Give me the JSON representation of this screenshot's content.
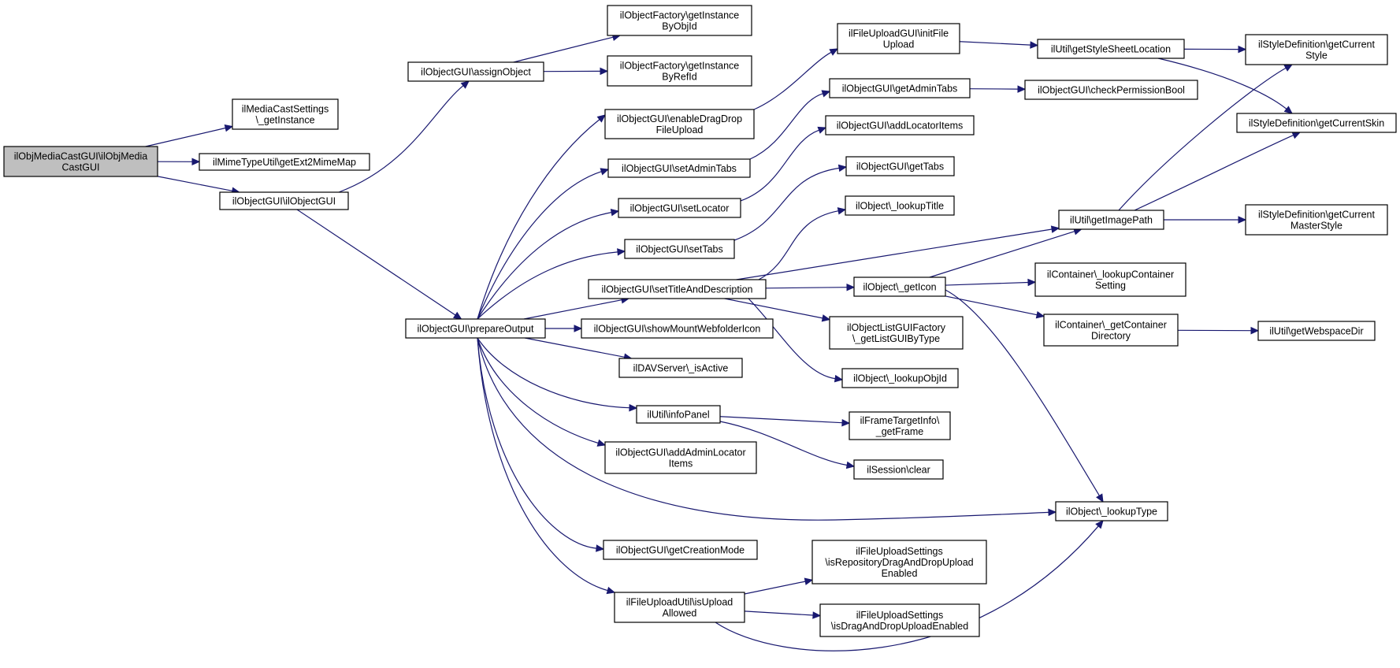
{
  "colors": {
    "edge": "#191970",
    "node_border": "#000000",
    "root_fill": "#bfbfbf",
    "node_fill": "#ffffff"
  },
  "nodes": [
    {
      "id": "root",
      "lines": [
        "ilObjMediaCastGUI\\ilObjMedia",
        "CastGUI"
      ],
      "root": true
    },
    {
      "id": "mcs",
      "lines": [
        "ilMediaCastSettings",
        "\\_getInstance"
      ]
    },
    {
      "id": "mime",
      "lines": [
        "ilMimeTypeUtil\\getExt2MimeMap"
      ]
    },
    {
      "id": "ogui",
      "lines": [
        "ilObjectGUI\\ilObjectGUI"
      ]
    },
    {
      "id": "assign",
      "lines": [
        "ilObjectGUI\\assignObject"
      ]
    },
    {
      "id": "prep",
      "lines": [
        "ilObjectGUI\\prepareOutput"
      ]
    },
    {
      "id": "gibo",
      "lines": [
        "ilObjectFactory\\getInstance",
        "ByObjId"
      ]
    },
    {
      "id": "gibr",
      "lines": [
        "ilObjectFactory\\getInstance",
        "ByRefId"
      ]
    },
    {
      "id": "eddf",
      "lines": [
        "ilObjectGUI\\enableDragDrop",
        "FileUpload"
      ]
    },
    {
      "id": "sat",
      "lines": [
        "ilObjectGUI\\setAdminTabs"
      ]
    },
    {
      "id": "sloc",
      "lines": [
        "ilObjectGUI\\setLocator"
      ]
    },
    {
      "id": "stabs",
      "lines": [
        "ilObjectGUI\\setTabs"
      ]
    },
    {
      "id": "stad",
      "lines": [
        "ilObjectGUI\\setTitleAndDescription"
      ]
    },
    {
      "id": "smwi",
      "lines": [
        "ilObjectGUI\\showMountWebfolderIcon"
      ]
    },
    {
      "id": "dav",
      "lines": [
        "ilDAVServer\\_isActive"
      ]
    },
    {
      "id": "info",
      "lines": [
        "ilUtil\\infoPanel"
      ]
    },
    {
      "id": "aali",
      "lines": [
        "ilObjectGUI\\addAdminLocator",
        "Items"
      ]
    },
    {
      "id": "gcm",
      "lines": [
        "ilObjectGUI\\getCreationMode"
      ]
    },
    {
      "id": "fuua",
      "lines": [
        "ilFileUploadUtil\\isUpload",
        "Allowed"
      ]
    },
    {
      "id": "ifu",
      "lines": [
        "ilFileUploadGUI\\initFile",
        "Upload"
      ]
    },
    {
      "id": "gat",
      "lines": [
        "ilObjectGUI\\getAdminTabs"
      ]
    },
    {
      "id": "ali",
      "lines": [
        "ilObjectGUI\\addLocatorItems"
      ]
    },
    {
      "id": "gtabs",
      "lines": [
        "ilObjectGUI\\getTabs"
      ]
    },
    {
      "id": "lt",
      "lines": [
        "ilObject\\_lookupTitle"
      ]
    },
    {
      "id": "gicon",
      "lines": [
        "ilObject\\_getIcon"
      ]
    },
    {
      "id": "olgf",
      "lines": [
        "ilObjectListGUIFactory",
        "\\_getListGUIByType"
      ]
    },
    {
      "id": "loi",
      "lines": [
        "ilObject\\_lookupObjId"
      ]
    },
    {
      "id": "ftgf",
      "lines": [
        "ilFrameTargetInfo\\",
        "_getFrame"
      ]
    },
    {
      "id": "sess",
      "lines": [
        "ilSession\\clear"
      ]
    },
    {
      "id": "fusr",
      "lines": [
        "ilFileUploadSettings",
        "\\isRepositoryDragAndDropUpload",
        "Enabled"
      ]
    },
    {
      "id": "fusd",
      "lines": [
        "ilFileUploadSettings",
        "\\isDragAndDropUploadEnabled"
      ]
    },
    {
      "id": "gssl",
      "lines": [
        "ilUtil\\getStyleSheetLocation"
      ]
    },
    {
      "id": "cpb",
      "lines": [
        "ilObjectGUI\\checkPermissionBool"
      ]
    },
    {
      "id": "gip",
      "lines": [
        "ilUtil\\getImagePath"
      ]
    },
    {
      "id": "lcs",
      "lines": [
        "ilContainer\\_lookupContainer",
        "Setting"
      ]
    },
    {
      "id": "gcd",
      "lines": [
        "ilContainer\\_getContainer",
        "Directory"
      ]
    },
    {
      "id": "ltype",
      "lines": [
        "ilObject\\_lookupType"
      ]
    },
    {
      "id": "sdcs",
      "lines": [
        "ilStyleDefinition\\getCurrent",
        "Style"
      ]
    },
    {
      "id": "sdsk",
      "lines": [
        "ilStyleDefinition\\getCurrentSkin"
      ]
    },
    {
      "id": "sdms",
      "lines": [
        "ilStyleDefinition\\getCurrent",
        "MasterStyle"
      ]
    },
    {
      "id": "gwd",
      "lines": [
        "ilUtil\\getWebspaceDir"
      ]
    }
  ],
  "edges": [
    [
      "root",
      "mcs"
    ],
    [
      "root",
      "mime"
    ],
    [
      "root",
      "ogui"
    ],
    [
      "ogui",
      "assign"
    ],
    [
      "ogui",
      "prep"
    ],
    [
      "assign",
      "gibo"
    ],
    [
      "assign",
      "gibr"
    ],
    [
      "prep",
      "eddf"
    ],
    [
      "prep",
      "sat"
    ],
    [
      "prep",
      "sloc"
    ],
    [
      "prep",
      "stabs"
    ],
    [
      "prep",
      "stad"
    ],
    [
      "prep",
      "smwi"
    ],
    [
      "prep",
      "dav"
    ],
    [
      "prep",
      "info"
    ],
    [
      "prep",
      "aali"
    ],
    [
      "prep",
      "ltype"
    ],
    [
      "prep",
      "gcm"
    ],
    [
      "prep",
      "fuua"
    ],
    [
      "eddf",
      "ifu"
    ],
    [
      "sat",
      "gat"
    ],
    [
      "sloc",
      "ali"
    ],
    [
      "stabs",
      "gtabs"
    ],
    [
      "stad",
      "lt"
    ],
    [
      "stad",
      "gip"
    ],
    [
      "stad",
      "gicon"
    ],
    [
      "stad",
      "olgf"
    ],
    [
      "stad",
      "loi"
    ],
    [
      "info",
      "ftgf"
    ],
    [
      "info",
      "sess"
    ],
    [
      "fuua",
      "fusr"
    ],
    [
      "fuua",
      "fusd"
    ],
    [
      "fuua",
      "ltype"
    ],
    [
      "ifu",
      "gssl"
    ],
    [
      "gat",
      "cpb"
    ],
    [
      "gicon",
      "gip"
    ],
    [
      "gicon",
      "lcs"
    ],
    [
      "gicon",
      "gcd"
    ],
    [
      "gicon",
      "ltype"
    ],
    [
      "gcd",
      "gwd"
    ],
    [
      "gssl",
      "sdcs"
    ],
    [
      "gssl",
      "sdsk"
    ],
    [
      "gip",
      "sdcs"
    ],
    [
      "gip",
      "sdsk"
    ],
    [
      "gip",
      "sdms"
    ]
  ]
}
